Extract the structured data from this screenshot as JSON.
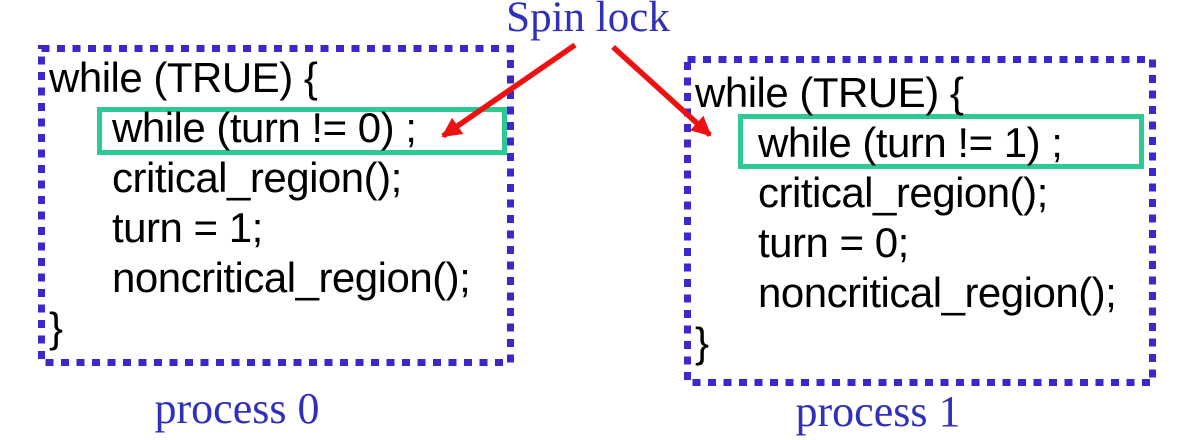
{
  "annotation": {
    "spin_lock_label": "Spin lock"
  },
  "colors": {
    "box_border_blue": "#3a28cc",
    "label_text_blue": "#3030bb",
    "highlight_green": "#2ec994",
    "arrow_red": "#ee1111",
    "code_text_black": "#000000",
    "background": "#ffffff"
  },
  "processes": [
    {
      "label": "process 0",
      "lines": [
        "while (TRUE) {",
        "while (turn != 0) ;",
        "critical_region();",
        "turn = 1;",
        "noncritical_region();",
        "}"
      ],
      "highlighted_line": "while (turn != 0) ;"
    },
    {
      "label": "process 1",
      "lines": [
        "while (TRUE) {",
        "while (turn != 1) ;",
        "critical_region();",
        "turn = 0;",
        "noncritical_region();",
        "}"
      ],
      "highlighted_line": "while (turn != 1) ;"
    }
  ]
}
